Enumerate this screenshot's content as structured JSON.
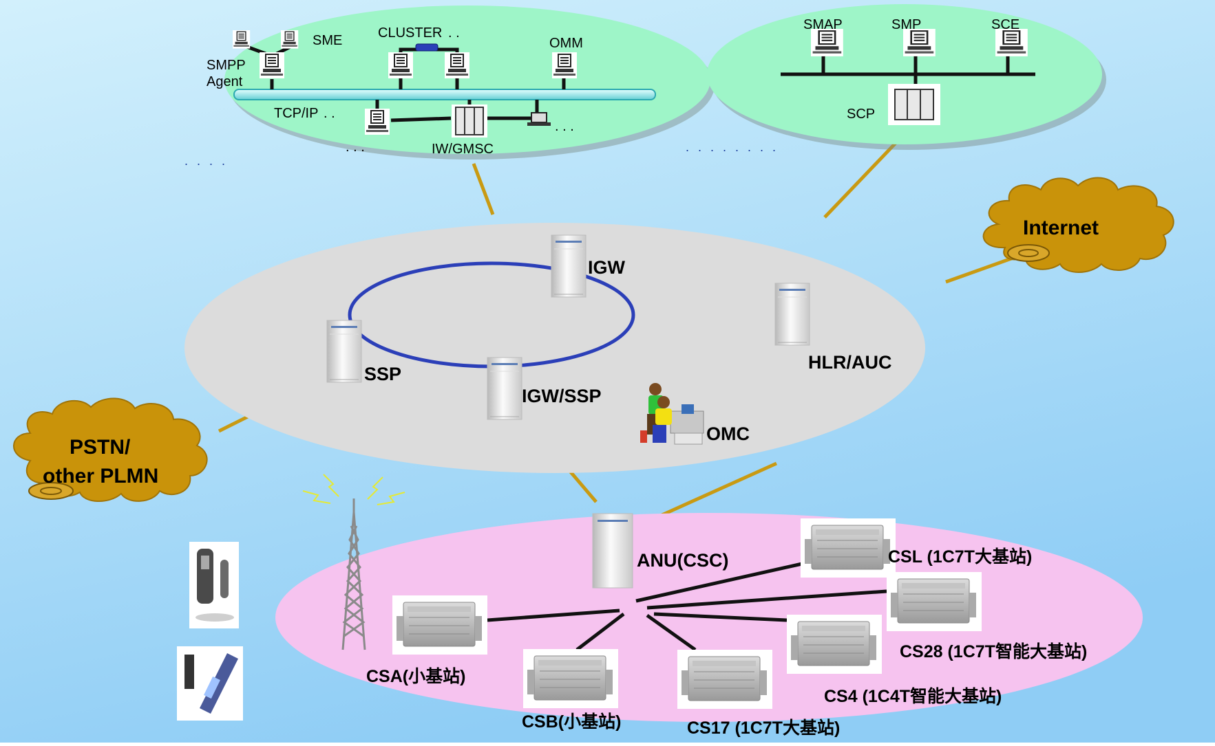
{
  "colors": {
    "background_top": "#c8ecfb",
    "background_bottom": "#8fcdf5",
    "service_ellipse": "#9ef5c8",
    "core_ellipse": "#dcdcdc",
    "access_ellipse": "#f6c3ef",
    "link": "#c99a12",
    "ring": "#2b3fb8",
    "cloud": "#c9930a"
  },
  "service_left": {
    "sme": "SME",
    "smpp_agent_1": "SMPP",
    "smpp_agent_2": "Agent",
    "cluster": "CLUSTER",
    "cluster_dots": ". .",
    "omm": "OMM",
    "tcpip": "TCP/IP",
    "tcpip_dots": ". .",
    "iw_gmsc": "IW/GMSC",
    "dots_a": ". . .",
    "dots_b": ". . .",
    "dots_c": ". . . ."
  },
  "service_right": {
    "smap": "SMAP",
    "smp": "SMP",
    "sce": "SCE",
    "scp": "SCP",
    "dots": ". . . . . . . ."
  },
  "clouds": {
    "internet": "Internet",
    "pstn_1": "PSTN/",
    "pstn_2": "other PLMN"
  },
  "core": {
    "igw": "IGW",
    "ssp": "SSP",
    "igw_ssp": "IGW/SSP",
    "hlr_auc": "HLR/AUC",
    "omc": "OMC"
  },
  "access": {
    "anu": "ANU(CSC)",
    "csl": "CSL (1C7T大基站)",
    "cs28": "CS28 (1C7T智能大基站)",
    "cs4": "CS4 (1C4T智能大基站)",
    "cs17": "CS17 (1C7T大基站)",
    "csb": "CSB(小基站)",
    "csa": "CSA(小基站)"
  }
}
